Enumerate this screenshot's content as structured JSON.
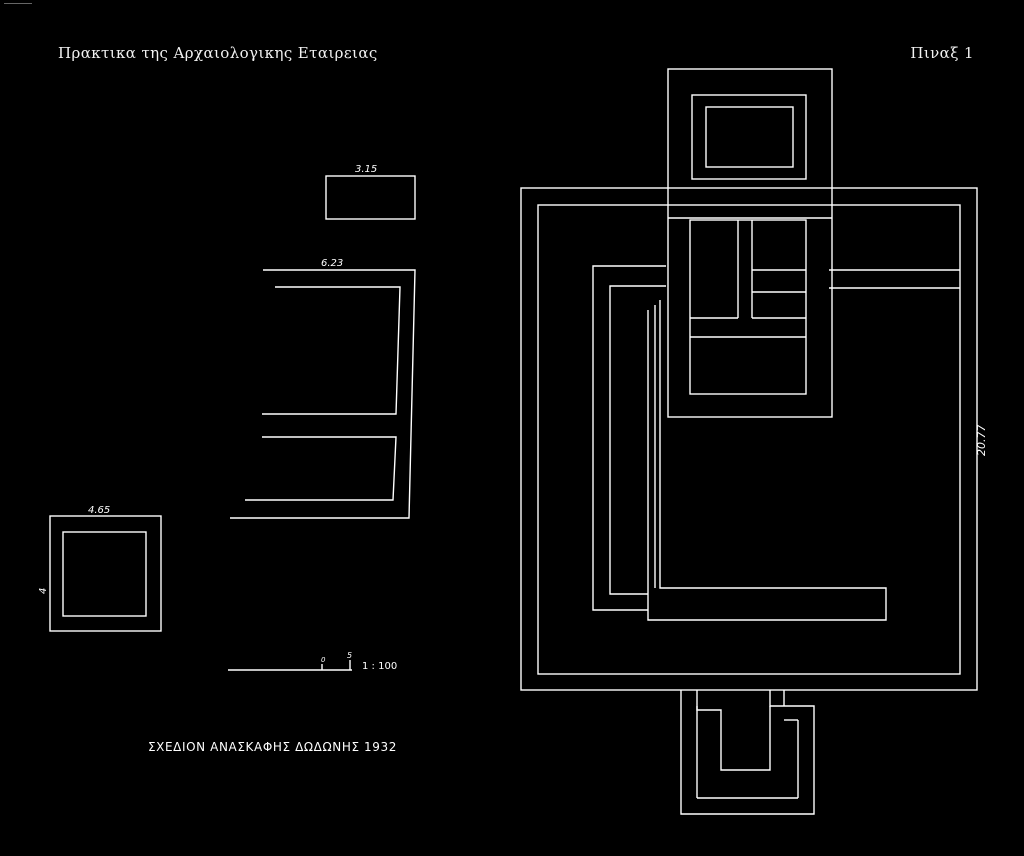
{
  "header": {
    "journal_title": "Πρακτικα της Αρχαιολογικης Εταιρειας",
    "plate_label": "Πιναξ 1"
  },
  "plan": {
    "dimension_3_15": "3.15",
    "dimension_6_23": "6.23",
    "dimension_4_65": "4.65",
    "dimension_4": "4",
    "dimension_20_77": "20.77",
    "scale_label": "1 : 100",
    "scale_ticks": [
      "0",
      "5"
    ]
  },
  "caption": "ΣΧΕΔΙΟΝ ΑΝΑΣΚΑΦΗΣ ΔΩΔΩΝΗΣ 1932"
}
